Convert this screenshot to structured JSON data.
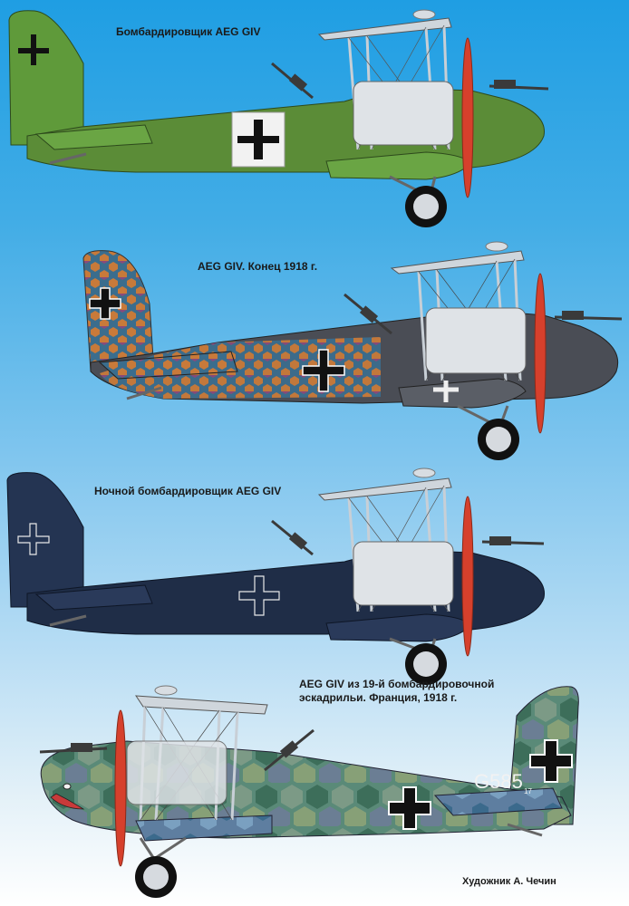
{
  "captions": [
    {
      "text": "Бомбардировщик AEG GIV"
    },
    {
      "text": "AEG GIV. Конец 1918 г."
    },
    {
      "text": "Ночной бомбардировщик AEG GIV"
    },
    {
      "text": "AEG GIV из 19-й бомбардировочной эскадрильи. Франция, 1918 г."
    }
  ],
  "artist": "Художник А. Чечин",
  "aircraft": [
    {
      "scheme": "green",
      "body_color": "#5b8c37",
      "wing_color": "#5f9a3a",
      "direction": "right"
    },
    {
      "scheme": "lozenge-grey",
      "body_color": "#4a4d55",
      "wing_color": "#5a5e66",
      "direction": "right"
    },
    {
      "scheme": "night-blue",
      "body_color": "#1f2d47",
      "wing_color": "#243452",
      "direction": "right"
    },
    {
      "scheme": "hex-camouflage",
      "body_color": "#3f7a5c",
      "wing_color": "#6a8a72",
      "direction": "left",
      "serial": "G585",
      "serial_suffix": "17"
    }
  ],
  "colors": {
    "propeller": "#d6402c",
    "strut": "#c8cfd6",
    "gun": "#3a3a3a",
    "tyre": "#111111"
  }
}
